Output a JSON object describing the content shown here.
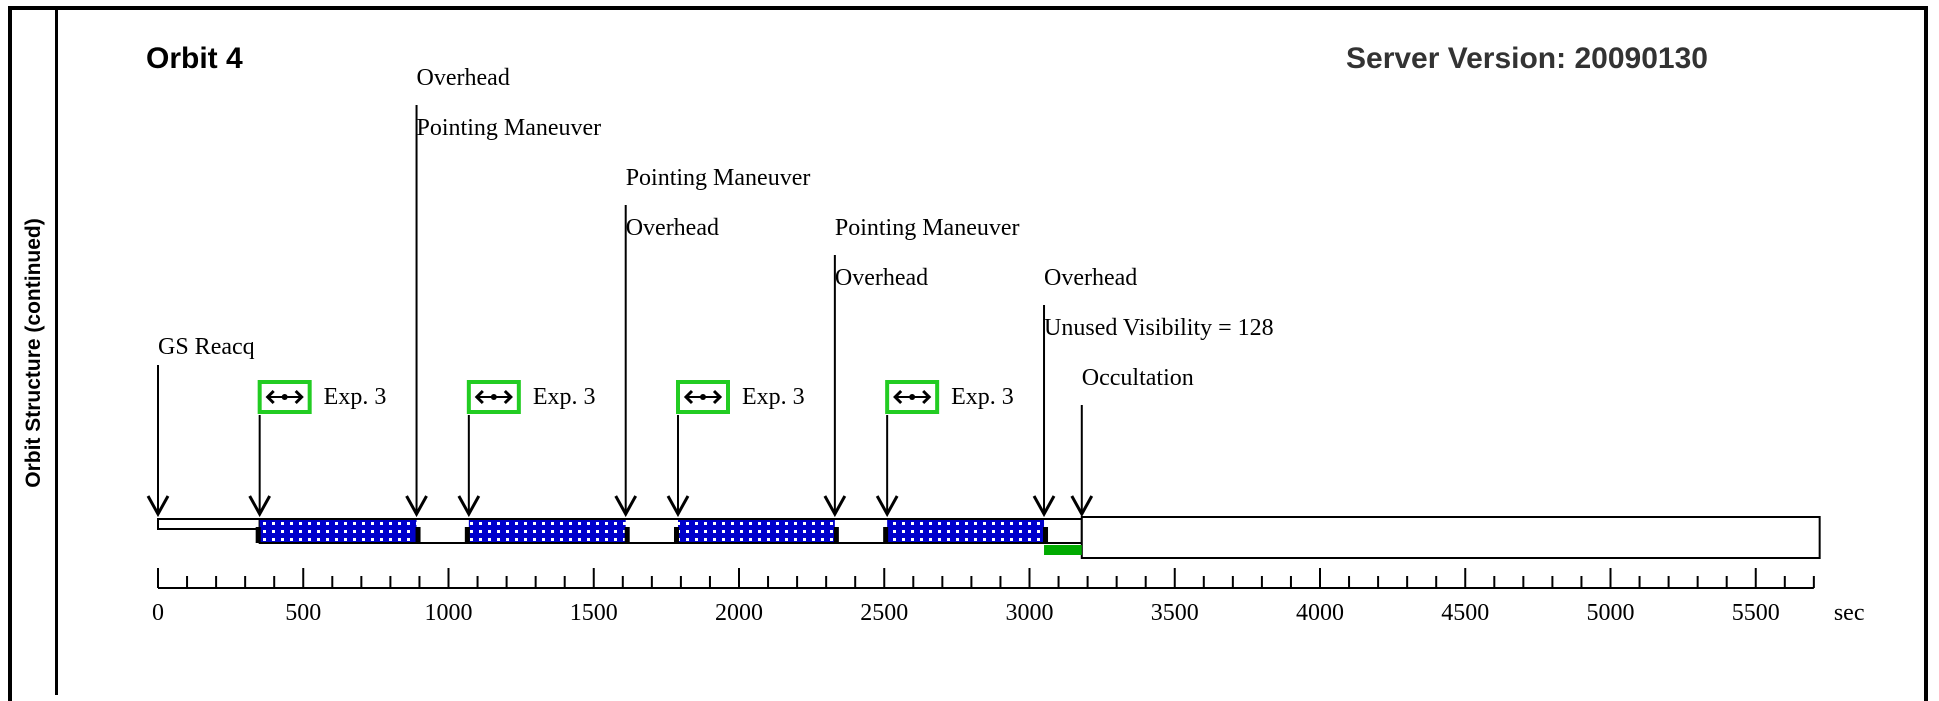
{
  "side_label": "Orbit Structure (continued)",
  "orbit_title": "Orbit 4",
  "server_version": "Server Version: 20090130",
  "axis": {
    "unit": "sec",
    "min": 0,
    "max": 5700,
    "ticks": [
      "0",
      "500",
      "1000",
      "1500",
      "2000",
      "2500",
      "3000",
      "3500",
      "4000",
      "4500",
      "5000",
      "5500"
    ]
  },
  "events": [
    {
      "t": 0,
      "lines": [
        "GS Reacq"
      ]
    },
    {
      "t": 350,
      "lines": [
        "Exp. 3"
      ],
      "exposure_icon": true
    },
    {
      "t": 890,
      "lines": [
        "Overhead",
        "Pointing Maneuver"
      ]
    },
    {
      "t": 1070,
      "lines": [
        "Exp. 3"
      ],
      "exposure_icon": true
    },
    {
      "t": 1610,
      "lines": [
        "Pointing Maneuver",
        "Overhead"
      ]
    },
    {
      "t": 1790,
      "lines": [
        "Exp. 3"
      ],
      "exposure_icon": true
    },
    {
      "t": 2330,
      "lines": [
        "Pointing Maneuver",
        "Overhead"
      ]
    },
    {
      "t": 2510,
      "lines": [
        "Exp. 3"
      ],
      "exposure_icon": true
    },
    {
      "t": 3050,
      "lines": [
        "Overhead",
        "Unused Visibility = 128"
      ]
    },
    {
      "t": 3180,
      "lines": [
        "Occultation"
      ]
    }
  ],
  "exposures": [
    {
      "start": 350,
      "end": 890
    },
    {
      "start": 1070,
      "end": 1610
    },
    {
      "start": 1790,
      "end": 2330
    },
    {
      "start": 2510,
      "end": 3050
    }
  ],
  "unused_visibility": {
    "start": 3050,
    "end": 3180
  },
  "occultation": {
    "start": 3180,
    "end": 5720
  },
  "colors": {
    "exposure_fill": "#0000cc",
    "exposure_dot": "#ffffff",
    "icon_border": "#22cc22",
    "unused_bar": "#00aa00"
  }
}
